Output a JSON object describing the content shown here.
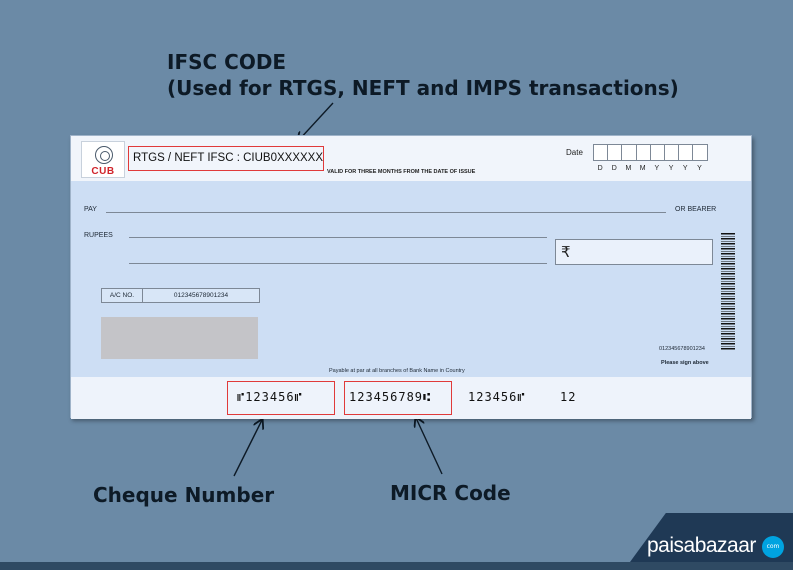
{
  "callouts": {
    "ifsc_title_line1": "IFSC CODE",
    "ifsc_title_line2": "(Used for RTGS, NEFT and IMPS transactions)",
    "cheque_number": "Cheque Number",
    "micr_code": "MICR Code"
  },
  "cheque": {
    "bank_logo_text": "CUB",
    "ifsc_text": "RTGS / NEFT IFSC : CIUB0XXXXXX",
    "validity_text": "VALID FOR THREE MONTHS FROM THE DATE OF ISSUE",
    "date_label": "Date",
    "date_letters": [
      "D",
      "D",
      "M",
      "M",
      "Y",
      "Y",
      "Y",
      "Y"
    ],
    "pay_label": "PAY",
    "or_bearer_label": "OR BEARER",
    "rupees_label": "RUPEES",
    "rupee_symbol": "₹",
    "acno_label": "A/C NO.",
    "acno_value": "012345678901234",
    "bottom_number": "012345678901234",
    "sign_label": "Please sign above",
    "payable_label": "Payable at par at all branches of Bank Name in Country",
    "micr_cheque_number": "⑈123456⑈",
    "micr_code": "123456789⑆",
    "micr_account": "123456⑈",
    "micr_tx": "12"
  },
  "brand": {
    "name": "paisabazaar",
    "suffix": "com"
  },
  "colors": {
    "background": "#6b8aa6",
    "highlight_box": "#e03a3a",
    "cheque_body": "#cddef4",
    "brand_panel": "#1f3955",
    "logo_red": "#d0232a"
  }
}
